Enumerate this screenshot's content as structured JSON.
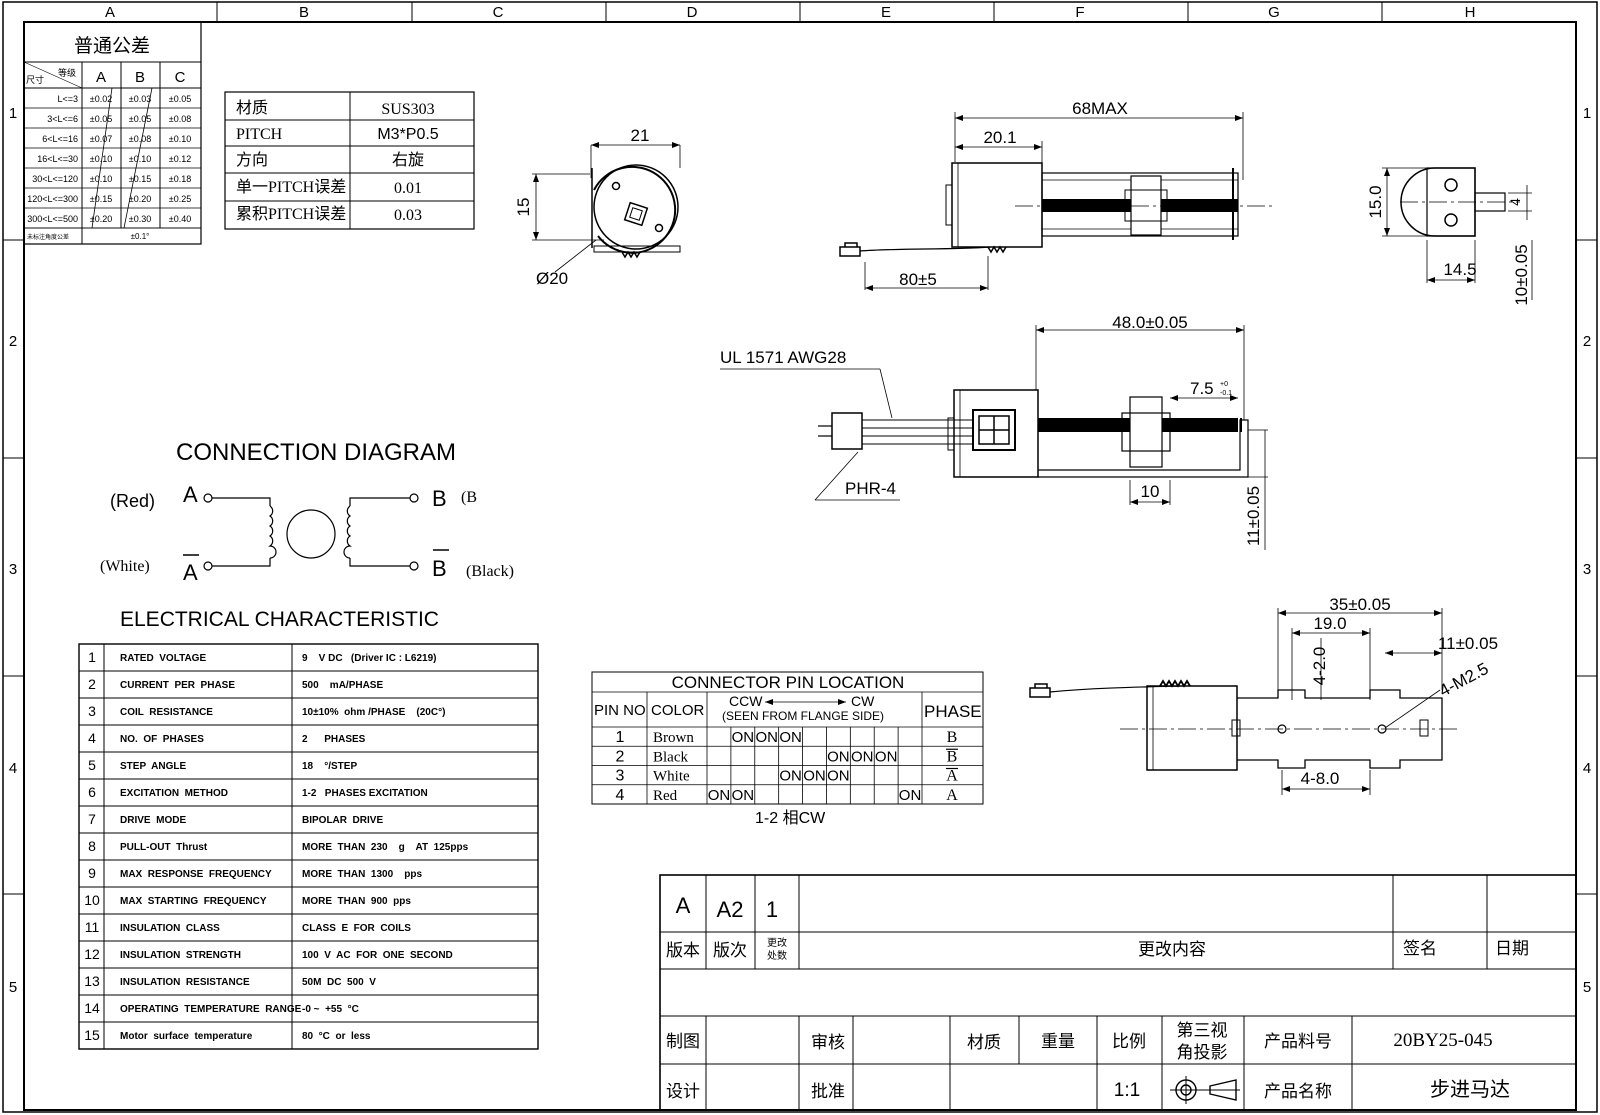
{
  "frame": {
    "columns": [
      "A",
      "B",
      "C",
      "D",
      "E",
      "F",
      "G",
      "H"
    ],
    "rows": [
      "1",
      "2",
      "3",
      "4",
      "5"
    ]
  },
  "tolerance_table": {
    "title": "普通公差",
    "corner_top": "等级",
    "corner_bottom": "尺寸",
    "grades": [
      "A",
      "B",
      "C"
    ],
    "rows": [
      {
        "range": "L<=3",
        "a": "±0.02",
        "b": "±0.03",
        "c": "±0.05"
      },
      {
        "range": "3<L<=6",
        "a": "±0.05",
        "b": "±0.05",
        "c": "±0.08"
      },
      {
        "range": "6<L<=16",
        "a": "±0.07",
        "b": "±0.08",
        "c": "±0.10"
      },
      {
        "range": "16<L<=30",
        "a": "±0.10",
        "b": "±0.10",
        "c": "±0.12"
      },
      {
        "range": "30<L<=120",
        "a": "±0.10",
        "b": "±0.15",
        "c": "±0.18"
      },
      {
        "range": "120<L<=300",
        "a": "±0.15",
        "b": "±0.20",
        "c": "±0.25"
      },
      {
        "range": "300<L<=500",
        "a": "±0.20",
        "b": "±0.30",
        "c": "±0.40"
      }
    ],
    "footer_label": "未标注角度公差",
    "footer_value": "±0.1°"
  },
  "material_table": [
    {
      "label": "材质",
      "value": "SUS303"
    },
    {
      "label": "PITCH",
      "value": "M3*P0.5"
    },
    {
      "label": "方向",
      "value": "右旋"
    },
    {
      "label": "单一PITCH误差",
      "value": "0.01"
    },
    {
      "label": "累积PITCH误差",
      "value": "0.03"
    }
  ],
  "front_view": {
    "width": "21",
    "height": "15",
    "diameter": "Ø20"
  },
  "top_view": {
    "overall": "68MAX",
    "body": "20.1",
    "lead": "80±5"
  },
  "side_view": {
    "height": "15.0",
    "width": "14.5",
    "slot": "4",
    "offset": "10±0.05"
  },
  "main_view": {
    "length": "48.0±0.05",
    "wire": "UL  1571  AWG28",
    "connector": "PHR-4",
    "nut_width": "7.5",
    "nut_tol_upper": "+0",
    "nut_tol_lower": "-0.1",
    "stroke": "10",
    "height": "11±0.05"
  },
  "bottom_view": {
    "d1": "35±0.05",
    "d2": "19.0",
    "d3": "4-2.0",
    "d4": "11±0.05",
    "holes": "4-M2.5",
    "d5": "4-8.0"
  },
  "connection_diagram": {
    "title": "CONNECTION  DIAGRAM",
    "left_top_color": "(Red)",
    "left_top_label": "A",
    "left_bottom_color": "(White)",
    "left_bottom_label": "A",
    "right_top_label": "B",
    "right_top_color": "(B",
    "right_bottom_label": "B",
    "right_bottom_color": "(Black)"
  },
  "electrical": {
    "title": "ELECTRICAL  CHARACTERISTIC",
    "rows": [
      {
        "no": "1",
        "item": "RATED  VOLTAGE",
        "value": "9    V DC   (Driver IC : L6219)"
      },
      {
        "no": "2",
        "item": "CURRENT  PER  PHASE",
        "value": "500    mA/PHASE"
      },
      {
        "no": "3",
        "item": "COIL  RESISTANCE",
        "value": "10±10%  ohm /PHASE    (20C°)"
      },
      {
        "no": "4",
        "item": "NO.  OF  PHASES",
        "value": "2      PHASES"
      },
      {
        "no": "5",
        "item": "STEP  ANGLE",
        "value": "18    °/STEP"
      },
      {
        "no": "6",
        "item": "EXCITATION  METHOD",
        "value": "1-2   PHASES EXCITATION"
      },
      {
        "no": "7",
        "item": "DRIVE  MODE",
        "value": "BIPOLAR  DRIVE"
      },
      {
        "no": "8",
        "item": "PULL-OUT  Thrust",
        "value": "MORE  THAN  230    g    AT  125pps"
      },
      {
        "no": "9",
        "item": "MAX  RESPONSE  FREQUENCY",
        "value": "MORE  THAN  1300    pps"
      },
      {
        "no": "10",
        "item": "MAX  STARTING  FREQUENCY",
        "value": "MORE  THAN  900  pps"
      },
      {
        "no": "11",
        "item": "INSULATION  CLASS",
        "value": "CLASS  E  FOR  COILS"
      },
      {
        "no": "12",
        "item": "INSULATION  STRENGTH",
        "value": "100  V  AC  FOR  ONE  SECOND"
      },
      {
        "no": "13",
        "item": "INSULATION  RESISTANCE",
        "value": "50M  DC  500  V"
      },
      {
        "no": "14",
        "item": "OPERATING  TEMPERATURE  RANGE",
        "value": "-0 ~  +55  °C"
      },
      {
        "no": "15",
        "item": "Motor  surface  temperature",
        "value": "80  °C  or  less"
      }
    ]
  },
  "connector_pins": {
    "title": "CONNECTOR  PIN  LOCATION",
    "h_pin": "PIN  NO",
    "h_color": "COLOR",
    "h_ccw": "CCW",
    "h_cw": "CW",
    "h_seen": "(SEEN  FROM  FLANGE  SIDE)",
    "h_phase": "PHASE",
    "rows": [
      {
        "pin": "1",
        "color": "Brown",
        "cells": [
          "",
          "ON",
          "ON",
          "ON",
          "",
          "",
          "",
          "",
          ""
        ],
        "phase": "B"
      },
      {
        "pin": "2",
        "color": "Black",
        "cells": [
          "",
          "",
          "",
          "",
          "",
          "ON",
          "ON",
          "ON",
          ""
        ],
        "phase": "B"
      },
      {
        "pin": "3",
        "color": "White",
        "cells": [
          "",
          "",
          "",
          "ON",
          "ON",
          "ON",
          "",
          "",
          ""
        ],
        "phase": "A"
      },
      {
        "pin": "4",
        "color": "Red",
        "cells": [
          "ON",
          "ON",
          "",
          "",
          "",
          "",
          "",
          "",
          "ON"
        ],
        "phase": "A"
      }
    ],
    "caption": "1-2 相CW"
  },
  "title_block": {
    "rev_a": "A",
    "rev_a2": "A2",
    "rev_1": "1",
    "h_version": "版本",
    "h_times": "版次",
    "h_count_top": "更改",
    "h_count_bottom": "处数",
    "h_content": "更改内容",
    "h_sign": "签名",
    "h_date": "日期",
    "draw": "制图",
    "check": "审核",
    "material": "材质",
    "weight": "重量",
    "scale": "比例",
    "projection_top": "第三视",
    "projection_bottom": "角投影",
    "part_no_label": "产品料号",
    "part_no": "20BY25-045",
    "design": "设计",
    "approve": "批准",
    "scale_value": "1:1",
    "name_label": "产品名称",
    "name": "步进马达"
  }
}
